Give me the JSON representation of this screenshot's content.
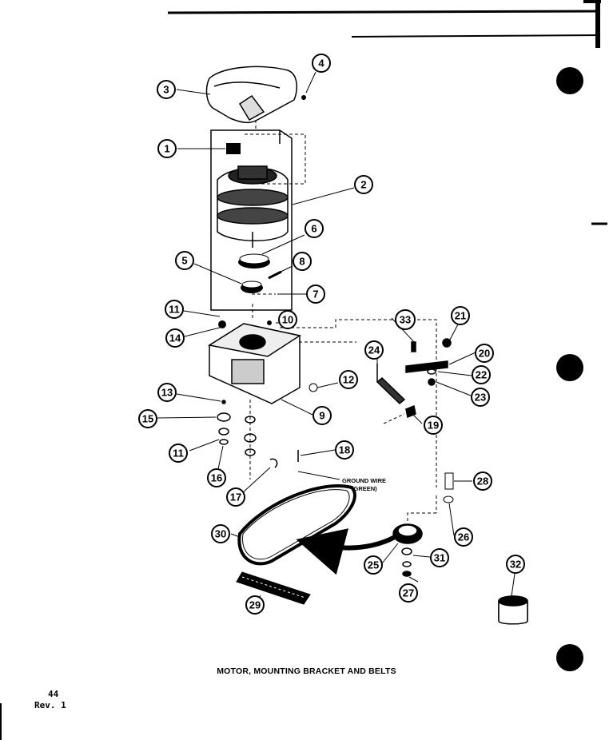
{
  "title": "MOTOR, MOUNTING BRACKET AND BELTS",
  "page_number": "44",
  "revision": "Rev. 1",
  "wire_label_1": "GROUND WIRE",
  "wire_label_2": "(GREEN)",
  "callouts": [
    "1",
    "2",
    "3",
    "4",
    "5",
    "6",
    "7",
    "8",
    "9",
    "10",
    "11",
    "11",
    "12",
    "13",
    "14",
    "15",
    "16",
    "17",
    "18",
    "19",
    "20",
    "21",
    "22",
    "23",
    "24",
    "25",
    "26",
    "27",
    "28",
    "29",
    "30",
    "31",
    "32",
    "33"
  ],
  "colors": {
    "ink": "#000000",
    "paper": "#ffffff",
    "gray": "#555555"
  }
}
